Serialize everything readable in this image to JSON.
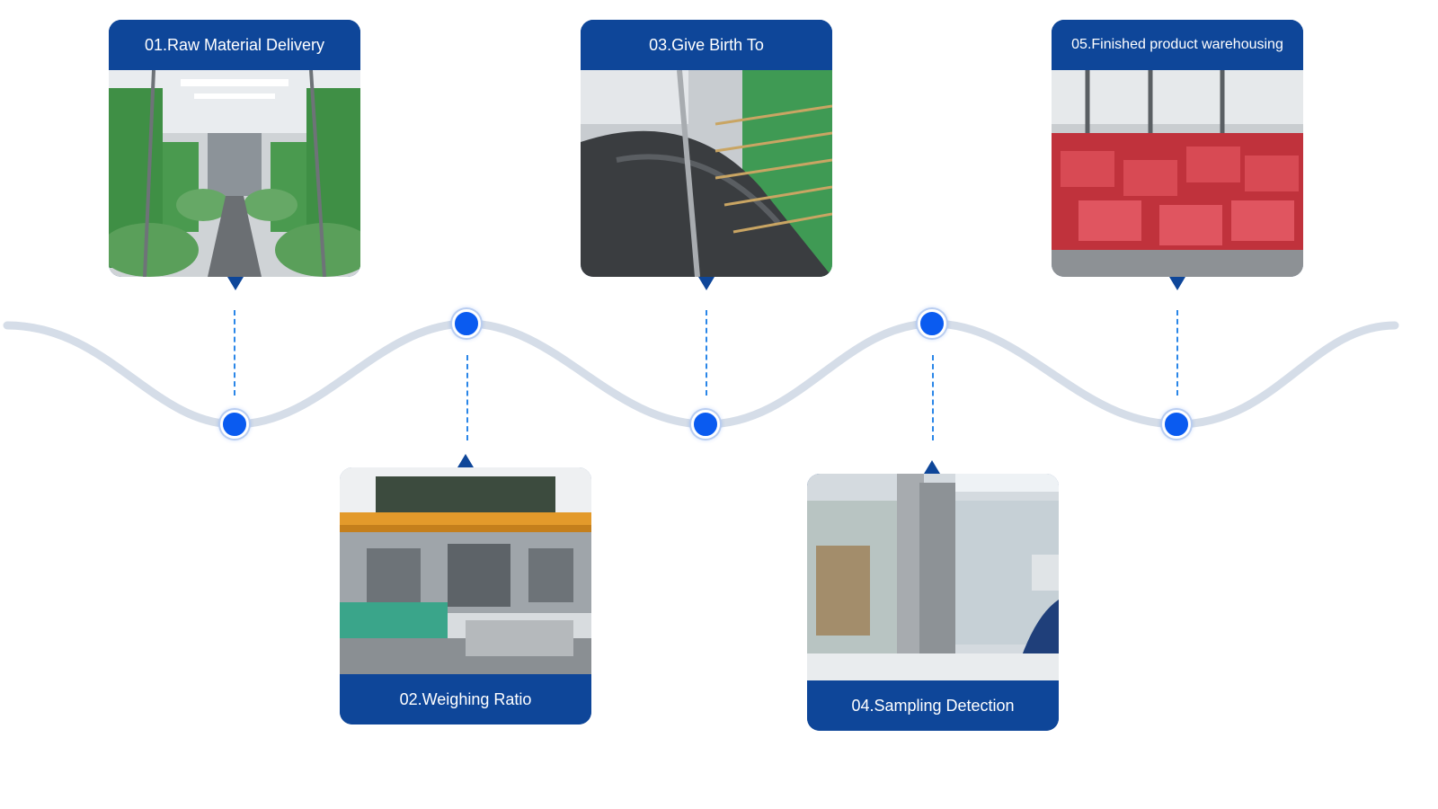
{
  "steps": [
    {
      "label": "01.Raw Material Delivery"
    },
    {
      "label": "02.Weighing Ratio"
    },
    {
      "label": "03.Give Birth To"
    },
    {
      "label": "04.Sampling Detection"
    },
    {
      "label": "05.Finished product warehousing"
    }
  ],
  "colors": {
    "accent": "#0e4699",
    "node": "#0a5bf0",
    "dash": "#2a86e8",
    "wave": "#d5dde8"
  }
}
